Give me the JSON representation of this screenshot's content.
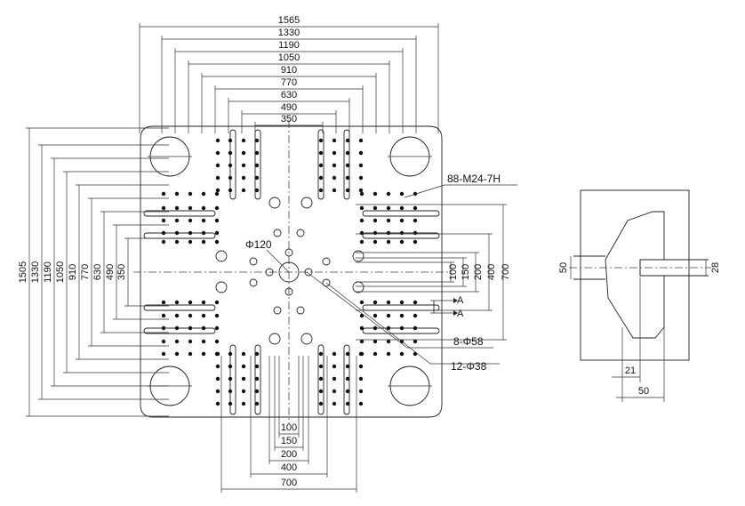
{
  "top_dims": [
    "1565",
    "1330",
    "1190",
    "1050",
    "910",
    "770",
    "630",
    "490",
    "350"
  ],
  "left_dims": [
    "1505",
    "1330",
    "1190",
    "1050",
    "910",
    "770",
    "630",
    "490",
    "350"
  ],
  "right_dims": [
    "100",
    "150",
    "200",
    "400",
    "700"
  ],
  "bottom_dims": [
    "100",
    "150",
    "200",
    "400",
    "700"
  ],
  "callouts": {
    "thread": "88-M24-7H",
    "center_hole": "Φ120",
    "holes_58": "8-Φ58",
    "holes_38": "12-Φ38",
    "section_mark": "A"
  },
  "section": {
    "dim_50_left": "50",
    "dim_28_right": "28",
    "dim_21_bottom": "21",
    "dim_50_bottom": "50"
  }
}
